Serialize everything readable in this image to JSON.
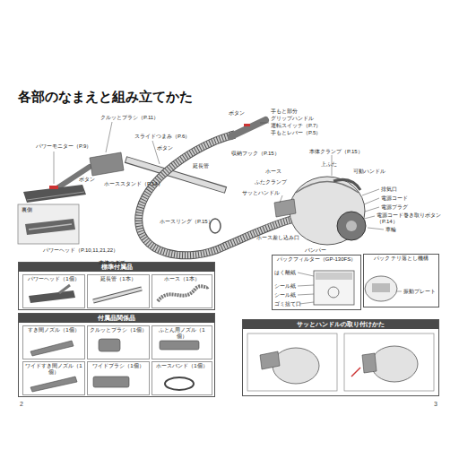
{
  "diagram": {
    "title": "各部のなまえと組み立てかた",
    "nodes": [
      {
        "text": [
          "標準付属品"
        ]
      },
      {
        "text": [
          "パワーヘッド（1個）"
        ],
        "in": 0
      },
      {
        "text": [
          "延長管（1本）"
        ],
        "in": 0
      },
      {
        "text": [
          "ホース（1本）"
        ],
        "in": 0
      },
      {
        "text": [
          "付属品関係品"
        ]
      },
      {
        "text": [
          "すき間ノズル（1個）"
        ],
        "in": 4
      },
      {
        "text": [
          "クルッとブラシ（1個）"
        ],
        "in": 4
      },
      {
        "text": [
          "ふとん用ノズル（1個）"
        ],
        "in": 4
      },
      {
        "text": [
          "ワイドすき間ノズル（1個）"
        ],
        "in": 4
      },
      {
        "text": [
          "ワイドブラシ（1個）"
        ],
        "in": 4
      },
      {
        "text": [
          "ホースバンド（1個）"
        ],
        "in": 4
      },
      {
        "text": [
          "パックフィルター（GP-130FS）"
        ]
      },
      {
        "text": [
          "パック チリ落とし機構"
        ]
      },
      {
        "text": [
          "サッとハンドルの取り付けかた"
        ]
      }
    ],
    "labels": [
      "パワーモニター（P.9）",
      "クルッとブラシ（P.11）",
      "スライドつまみ（P.6）",
      "ボタン",
      "ボタン",
      "ホーススタンド（P.14）",
      "延長管",
      "裏側",
      "パワーヘッド（P.10,11,21,22）",
      "ホースリング（P.15）",
      "本体つぎて",
      "ボタン",
      "手もと部分",
      "グリップハンドル",
      "運転スイッチ（P.7）",
      "手もとレバー（P.5）",
      "収納フック（P.15）",
      "本体クランプ（P.15）",
      "ホース",
      "上ふた",
      "可動ハンドル",
      "ふたクランプ",
      "排気口",
      "電源コード",
      "電源プラグ",
      "電源コード巻き取りボタン（P.14）",
      "車輪",
      "サッとハンドル",
      "バンパー",
      "ホース差し込み口",
      "はく離紙",
      "シール紙",
      "シール紙",
      "ゴミ捨て口",
      "振動プレート",
      "2",
      "3"
    ]
  }
}
